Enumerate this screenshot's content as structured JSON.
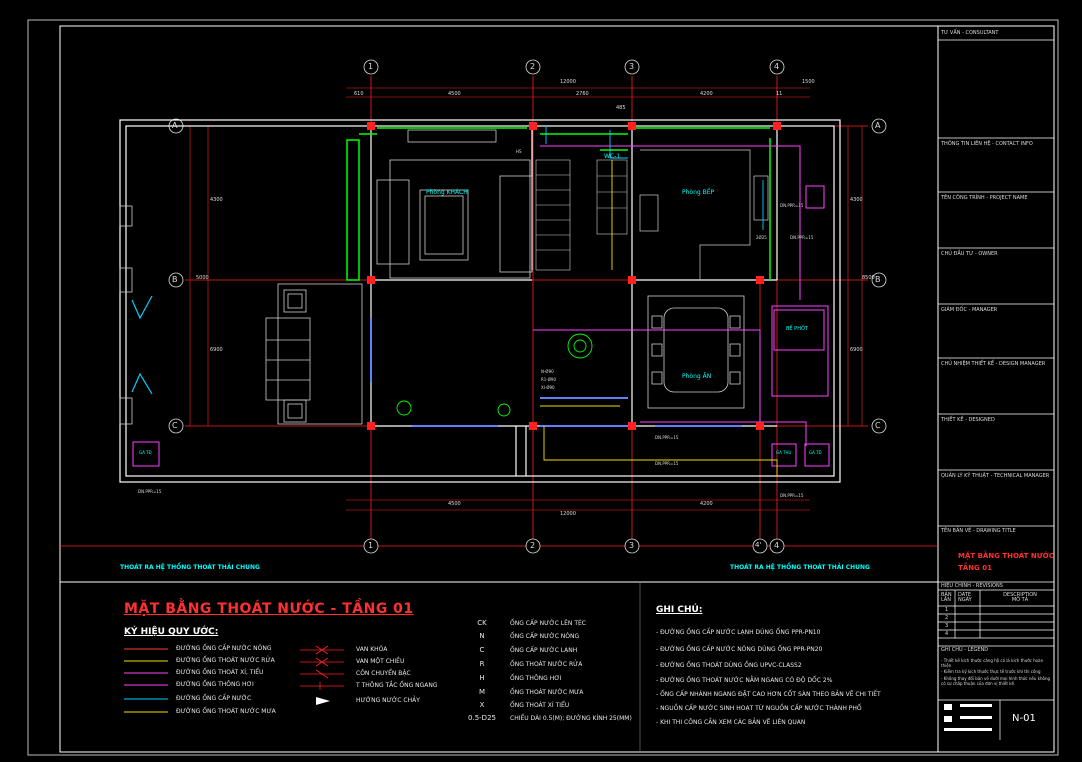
{
  "drawing": {
    "title": "MẶT BẰNG THOÁT NƯỚC - TẦNG 01",
    "sheet_number": "N-01",
    "rooms": [
      "Phòng KHÁCH",
      "Phòng BẾP",
      "Phòng ĂN",
      "WC-1"
    ],
    "drain_labels": [
      "THOÁT RA HỆ THỐNG THOÁT THẢI CHUNG",
      "THOÁT RA HỆ THỐNG THOÁT THẢI CHUNG"
    ],
    "grid_columns": [
      "1",
      "2",
      "3",
      "4",
      "4'"
    ],
    "grid_rows": [
      "A",
      "B",
      "C"
    ],
    "dims_top": [
      "12000",
      "610",
      "4500",
      "2760",
      "4200",
      "11",
      "1500",
      "485"
    ],
    "dims_bottom": [
      "12000",
      "4500",
      "4200"
    ],
    "dims_left": [
      "5000",
      "4300",
      "6900"
    ],
    "dims_right": [
      "8500",
      "4300",
      "6900"
    ],
    "pipe_tags": [
      "DN.PPR=15",
      "DN.PPR=15",
      "DN.PPR=15",
      "DN.PPR=15",
      "DN.PPR=15",
      "DN.PPR=15",
      "2Ø25",
      "N-Ø90",
      "R1-Ø90",
      "XI-Ø90",
      "HS"
    ],
    "fixture_labels": [
      "GA TĐ",
      "GA THU",
      "GA TĐ",
      "BỂ PHỐT"
    ]
  },
  "legend": {
    "heading": "KÝ HIỆU QUY ƯỚC:",
    "lines": [
      {
        "label": "ĐƯỜNG ỐNG CẤP NƯỚC NÓNG",
        "color": "#ff3b3b"
      },
      {
        "label": "ĐƯỜNG ỐNG THOÁT NƯỚC RỬA",
        "color": "#f0e000"
      },
      {
        "label": "ĐƯỜNG ỐNG THOÁT XÍ, TIỂU",
        "color": "#ff40ff"
      },
      {
        "label": "ĐƯỜNG ỐNG THÔNG HƠI",
        "color": "#ff40ff"
      },
      {
        "label": "ĐƯỜNG ỐNG CẤP NƯỚC",
        "color": "#00d0ff"
      },
      {
        "label": "ĐƯỜNG ỐNG THOÁT NƯỚC MƯA",
        "color": "#f0e000"
      }
    ],
    "symbols": [
      "VAN KHÓA",
      "VAN MỘT CHIỀU",
      "CÔN CHUYỂN BẬC",
      "T THÔNG TẮC ỐNG NGANG",
      "HƯỚNG NƯỚC CHẢY"
    ],
    "codes": [
      {
        "code": "CK",
        "desc": "ỐNG CẤP NƯỚC LÊN TÉC"
      },
      {
        "code": "N",
        "desc": "ỐNG CẤP NƯỚC NÓNG"
      },
      {
        "code": "C",
        "desc": "ỐNG CẤP NƯỚC LẠNH"
      },
      {
        "code": "R",
        "desc": "ỐNG THOÁT NƯỚC RỬA"
      },
      {
        "code": "H",
        "desc": "ỐNG THÔNG HƠI"
      },
      {
        "code": "M",
        "desc": "ỐNG THOÁT NƯỚC MƯA"
      },
      {
        "code": "X",
        "desc": "ỐNG THOÁT XÍ TIỂU"
      },
      {
        "code": "0.5-D25",
        "desc": "CHIỀU DÀI 0.5(M); ĐƯỜNG KÍNH 25(MM)"
      }
    ]
  },
  "notes": {
    "heading": "GHI CHÚ:",
    "items": [
      "- ĐƯỜNG ỐNG CẤP NƯỚC LẠNH DÙNG ỐNG PPR-PN10",
      "- ĐƯỜNG ỐNG CẤP NƯỚC NÓNG DÙNG ỐNG PPR-PN20",
      "- ĐƯỜNG ỐNG THOÁT DÙNG ỐNG UPVC-CLASS2",
      "- ĐƯỜNG ỐNG THOÁT NƯỚC NẰM NGANG CÓ ĐỘ DỐC 2%",
      "- ỐNG CẤP NHÁNH NGANG ĐẶT CAO HƠN CỐT SÀN THEO BẢN VẼ CHI TIẾT",
      "- NGUỒN CẤP NƯỚC SINH HOẠT TỪ NGUỒN CẤP NƯỚC THÀNH PHỐ",
      "- KHI THI CÔNG CẦN XEM CÁC BẢN VẼ LIÊN QUAN"
    ]
  },
  "title_block": {
    "rows": [
      "TƯ VẤN - CONSULTANT",
      "THÔNG TIN LIÊN HỆ - CONTACT INFO",
      "TÊN CÔNG TRÌNH - PROJECT NAME",
      "CHỦ ĐẦU TƯ - OWNER",
      "GIÁM ĐỐC - MANAGER",
      "CHỦ NHIỆM THIẾT KẾ - DESIGN MANAGER",
      "THIẾT KẾ - DESIGNED",
      "QUẢN LÝ KỸ THUẬT - TECHNICAL MANAGER",
      "TÊN BẢN VẼ - DRAWING TITLE"
    ],
    "drawing_title_line1": "MẶT BẰNG THOÁT NƯỚC",
    "drawing_title_line2": "TẦNG 01",
    "revision_header": "HIỆU CHỈNH - REVISIONS",
    "rev_cols": [
      "BẢN LẦN",
      "DATE NGÀY",
      "DESCRIPTION MÔ TẢ"
    ],
    "rev_numbers": [
      "1",
      "2",
      "3",
      "4"
    ],
    "legend_label": "GHI CHÚ - LEGEND",
    "legend_notes": [
      "- Thiết kế kích thước căng hộ có là kích thước hoàn thiện",
      "- Kiểm tra kỹ kích thước thực tế trước khi thi công",
      "- Không thay đổi bản vẽ dưới mọi hình thức nếu không có sự chấp thuận của đơn vị thiết kế."
    ]
  },
  "colors": {
    "background": "#000000",
    "frame": "#e8e8e8",
    "axis_red": "#ff2020",
    "wall": "#ffffff",
    "green": "#00ff00",
    "cyan": "#00ffff",
    "magenta": "#ff40ff",
    "yellow": "#f0e000"
  }
}
